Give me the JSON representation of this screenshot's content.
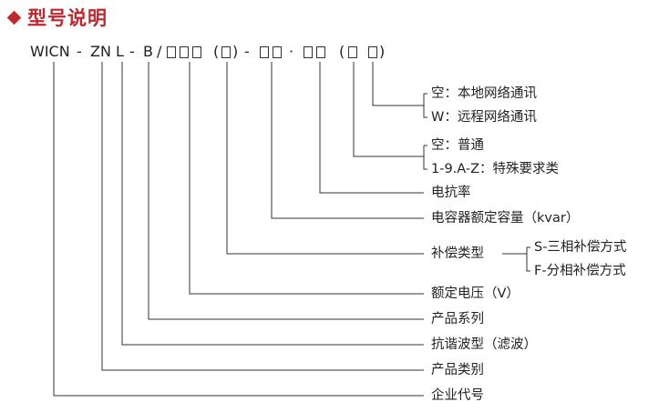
{
  "title": "型号说明",
  "model": {
    "prefix": "WICN",
    "sep1": "-",
    "zn": "ZN",
    "l": "L",
    "sep2": "-",
    "b": "B",
    "slash": "/",
    "paren_open1": "(",
    "paren_close1": ")",
    "sep3": "-",
    "dot": "·",
    "paren_open2": "(",
    "paren_close2": ")"
  },
  "labels": {
    "comm_local": "空：本地网络通讯",
    "comm_remote": "W：远程网络通讯",
    "type_normal": "空：普通",
    "type_special": "1-9.A-Z：特殊要求类",
    "reactance": "电抗率",
    "capacity": "电容器额定容量（kvar）",
    "comp_type": "补偿类型",
    "comp_s": "S-三相补偿方式",
    "comp_f": "F-分相补偿方式",
    "voltage": "额定电压（V）",
    "series": "产品系列",
    "harmonic": "抗谐波型（滤波）",
    "category": "产品类别",
    "company": "企业代号"
  }
}
